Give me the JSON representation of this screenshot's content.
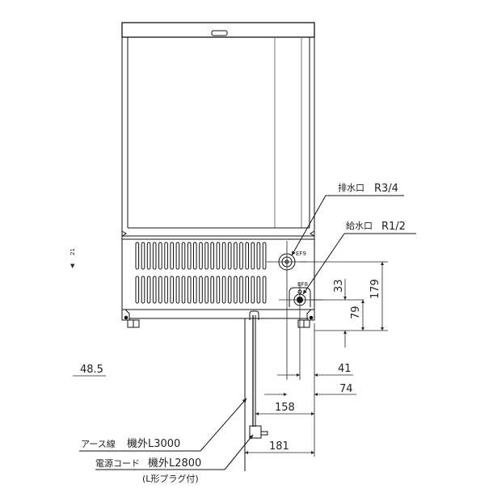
{
  "drawing": {
    "view": "rear elevation",
    "callouts": {
      "drain": {
        "label": "排水口",
        "spec": "R3/4"
      },
      "supply": {
        "label": "給水口",
        "spec": "R1/2"
      },
      "earth_wire": {
        "label": "アース線",
        "length": "機外L3000"
      },
      "power_cord": {
        "label": "電源コード",
        "length": "機外L2800",
        "note": "(L形プラグ付)"
      }
    },
    "dimensions": {
      "vertical": [
        "33",
        "79",
        "179"
      ],
      "horizontal": [
        "41",
        "74",
        "158",
        "181"
      ],
      "left_reference": "48.5"
    },
    "marks": {
      "side_mark": "21",
      "level_mark": "▼"
    },
    "vent": {
      "rows": 2,
      "slots_per_row": 23
    },
    "colors": {
      "line": "#111111",
      "secondary_line": "#777777",
      "background": "#ffffff"
    }
  }
}
